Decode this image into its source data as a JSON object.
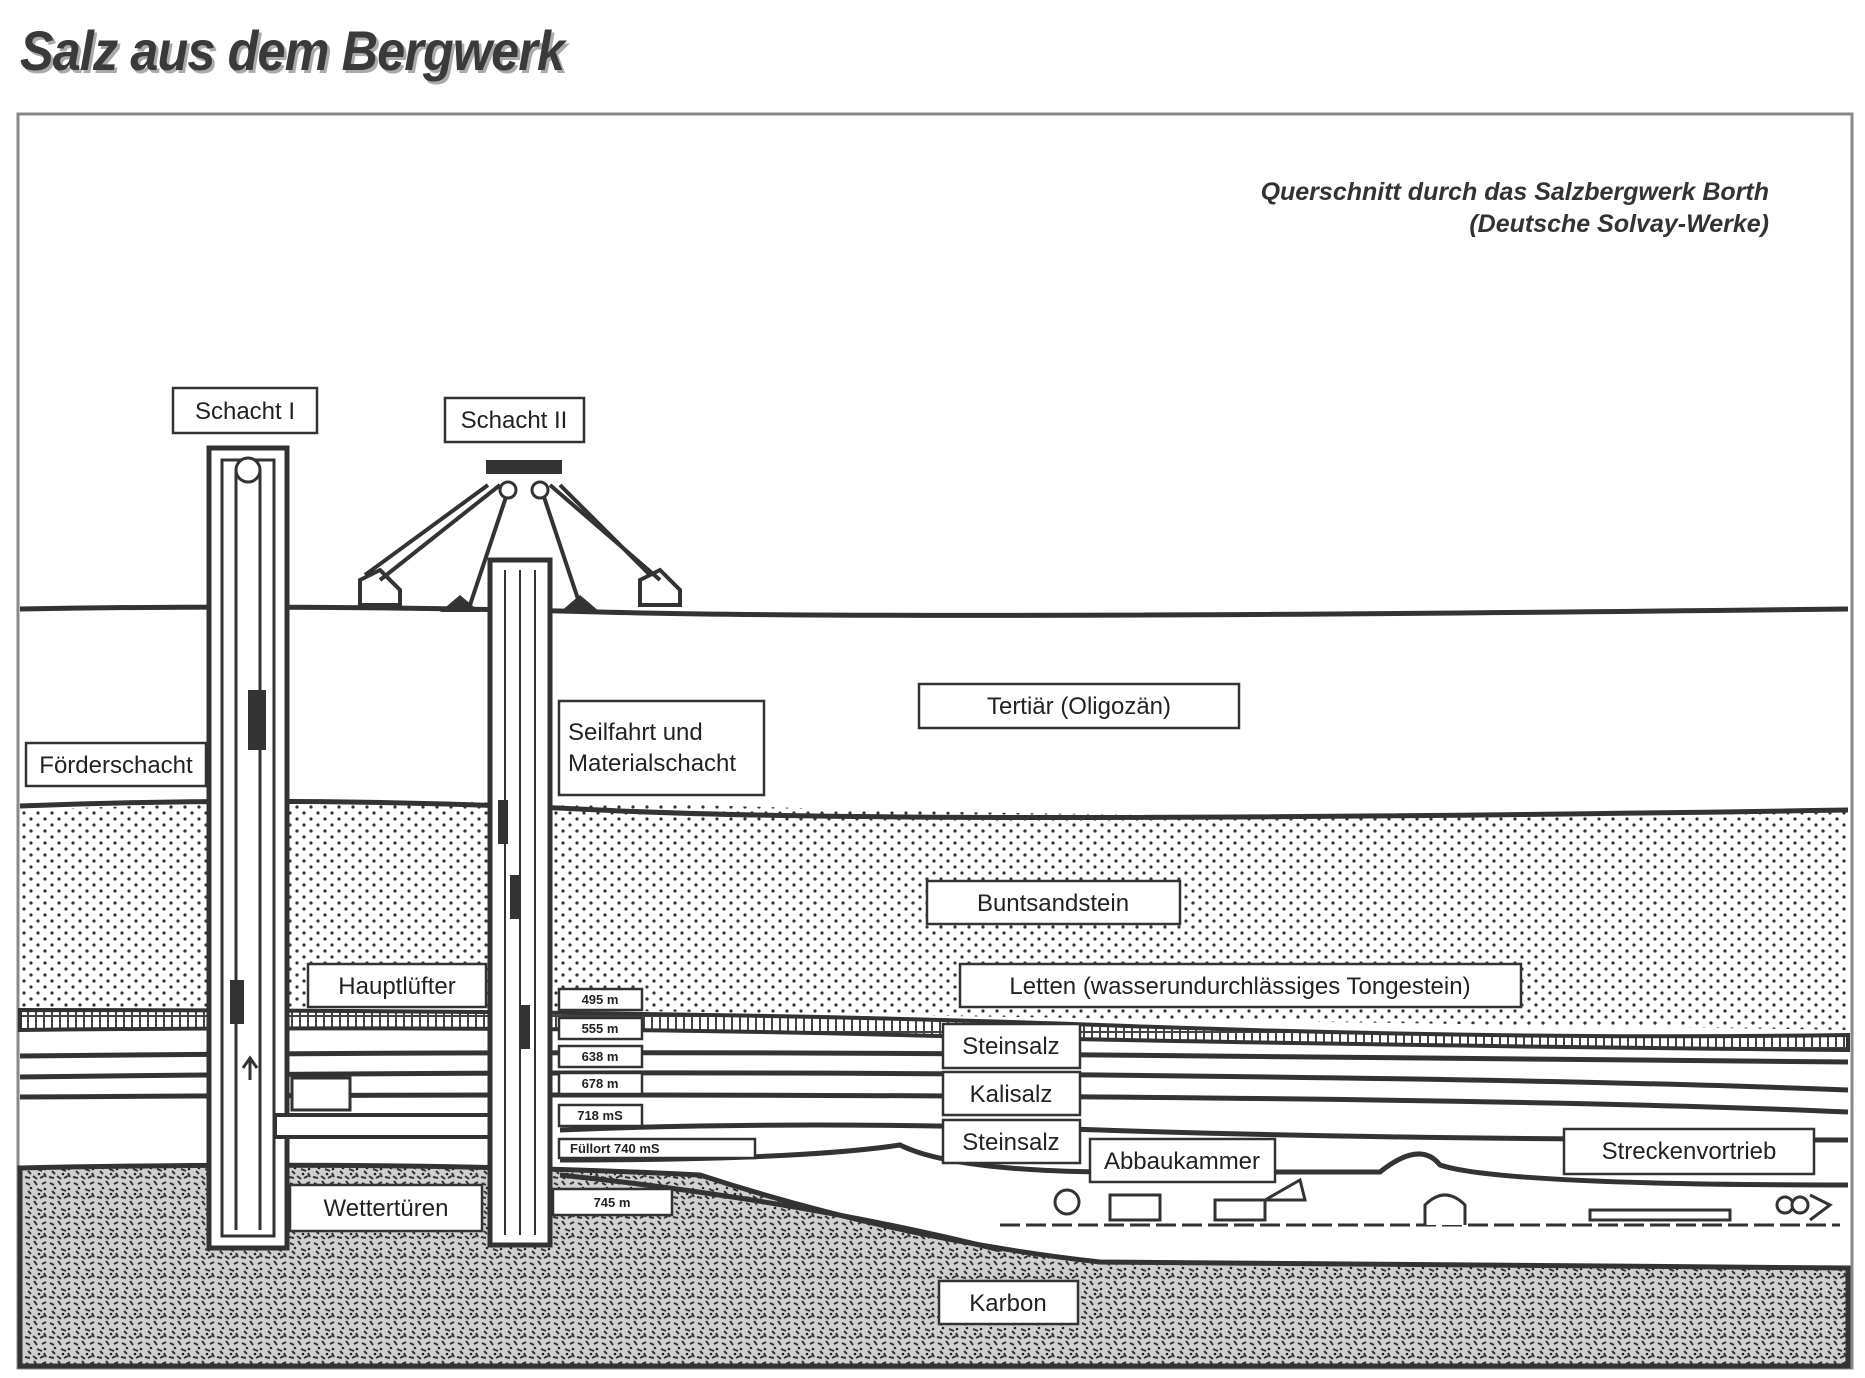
{
  "title": "Salz aus dem Bergwerk",
  "subtitle": {
    "line1": "Querschnitt durch das Salzbergwerk Borth",
    "line2": "(Deutsche Solvay-Werke)"
  },
  "labels": {
    "schacht1": "Schacht I",
    "schacht2": "Schacht II",
    "foerderschacht": "Förderschacht",
    "seilfahrt1": "Seilfahrt und",
    "seilfahrt2": "Materialschacht",
    "tertiaer": "Tertiär (Oligozän)",
    "buntsandstein": "Buntsandstein",
    "letten": "Letten (wasserundurchlässiges Tongestein)",
    "hauptluefter": "Hauptlüfter",
    "steinsalz1": "Steinsalz",
    "kalisalz": "Kalisalz",
    "steinsalz2": "Steinsalz",
    "abbaukammer": "Abbaukammer",
    "streckenvortrieb": "Streckenvortrieb",
    "wettertueren": "Wettertüren",
    "karbon": "Karbon"
  },
  "depths": [
    "495 m",
    "555 m",
    "638 m",
    "678 m",
    "718 mS",
    "Füllort 740 mS",
    "745 m"
  ]
}
